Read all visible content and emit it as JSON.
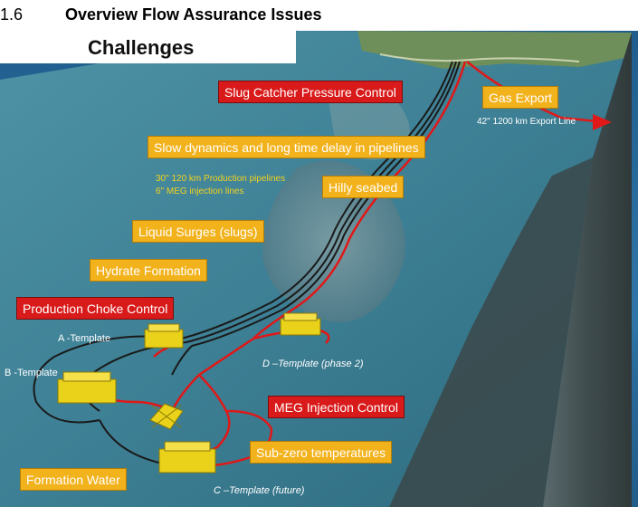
{
  "heading": {
    "number": "1.6",
    "title": "Overview Flow Assurance Issues"
  },
  "slide": {
    "title": "Challenges",
    "labels": {
      "slug_catcher": "Slug Catcher Pressure Control",
      "gas_export": "Gas Export",
      "export_line": "42\" 1200  km Export Line",
      "slow_dynamics": "Slow dynamics and long time delay in pipelines",
      "prod_pipelines": "30\" 120  km Production  pipelines",
      "meg_lines": "6\" MEG injection  lines",
      "hilly_seabed": "Hilly seabed",
      "liquid_surges": "Liquid Surges (slugs)",
      "hydrate": "Hydrate Formation",
      "choke_control": "Production Choke Control",
      "template_a": "A -Template",
      "template_b": "B -Template",
      "template_d": "D –Template  (phase  2)",
      "meg_control": "MEG Injection Control",
      "subzero": "Sub-zero temperatures",
      "formation_water": "Formation Water",
      "template_c": "C –Template  (future)"
    }
  },
  "colors": {
    "challenge_red": "#d91a1a",
    "issue_yellow": "#f2b21c",
    "sea": "#3f7f95",
    "seabed_wall": "#4b5a5c",
    "pipeline_red": "#e01818"
  }
}
